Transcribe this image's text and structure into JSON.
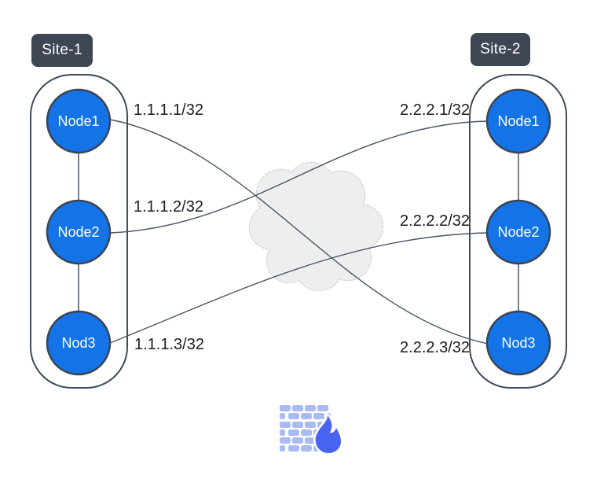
{
  "diagram": {
    "type": "network-topology",
    "sites": [
      {
        "label": "Site-1",
        "nodes": [
          {
            "label": "Node1",
            "ip": "1.1.1.1/32"
          },
          {
            "label": "Node2",
            "ip": "1.1.1.2/32"
          },
          {
            "label": "Nod3",
            "ip": "1.1.1.3/32"
          }
        ]
      },
      {
        "label": "Site-2",
        "nodes": [
          {
            "label": "Node1",
            "ip": "2.2.2.1/32"
          },
          {
            "label": "Node2",
            "ip": "2.2.2.2/32"
          },
          {
            "label": "Nod3",
            "ip": "2.2.2.3/32"
          }
        ]
      }
    ],
    "links": [
      {
        "from": "Site-1/Node1",
        "from_ip": "1.1.1.1/32",
        "to": "Site-2/Nod3",
        "to_ip": "2.2.2.3/32"
      },
      {
        "from": "Site-1/Node2",
        "from_ip": "1.1.1.2/32",
        "to": "Site-2/Node1",
        "to_ip": "2.2.2.1/32"
      },
      {
        "from": "Site-1/Nod3",
        "from_ip": "1.1.1.3/32",
        "to": "Site-2/Node2",
        "to_ip": "2.2.2.2/32"
      }
    ],
    "intra_site_links": [
      "Site-1/Node1-Node2",
      "Site-1/Node2-Nod3",
      "Site-2/Node1-Node2",
      "Site-2/Node2-Nod3"
    ],
    "icons": [
      "cloud-icon",
      "firewall-icon",
      "brick-wall-icon",
      "flame-icon"
    ],
    "colors": {
      "node_fill": "#1473e6",
      "node_border": "#3b4453",
      "site_border": "#404a59",
      "badge_bg": "#3e4654",
      "badge_text": "#ffffff",
      "link_line": "#4b5564",
      "cloud_fill": "#eeeeee",
      "cloud_border": "#d4d4d4",
      "brick": "#a9baf4",
      "flame": "#4a64f2",
      "ip_text": "#1c1c1c"
    }
  }
}
